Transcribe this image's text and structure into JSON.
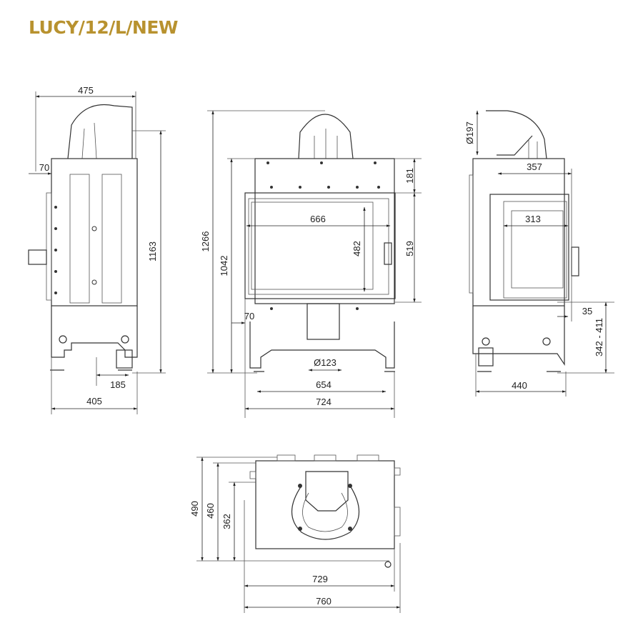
{
  "title": "LUCY/12/L/NEW",
  "colors": {
    "title": "#b8922f",
    "lines": "#333333"
  },
  "side_view": {
    "width": "475",
    "offset": "70",
    "height": "1163",
    "leg": "185",
    "depth": "405"
  },
  "front_view": {
    "total_height": "1266",
    "body_height": "1042",
    "top": "181",
    "door_height": "519",
    "glass_width": "666",
    "glass_height": "482",
    "offset": "70",
    "flue": "Ø123",
    "inner_width": "654",
    "width": "724"
  },
  "right_view": {
    "duct": "Ø197",
    "width_top": "357",
    "glass_width": "313",
    "offset": "35",
    "height_range": "342 - 411",
    "width": "440"
  },
  "plan_view": {
    "d1": "490",
    "d2": "460",
    "d3": "362",
    "w1": "729",
    "w2": "760"
  }
}
